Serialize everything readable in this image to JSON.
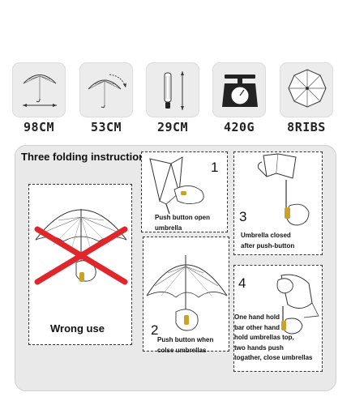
{
  "specs": [
    {
      "label": "98CM",
      "icon": "open-umbrella-width-icon"
    },
    {
      "label": "53CM",
      "icon": "umbrella-radius-icon"
    },
    {
      "label": "29CM",
      "icon": "folded-umbrella-length-icon"
    },
    {
      "label": "420G",
      "icon": "scale-weight-icon"
    },
    {
      "label": "8RIBS",
      "icon": "umbrella-ribs-icon"
    }
  ],
  "instructions": {
    "title": "Three folding instruction",
    "wrong_label": "Wrong use",
    "steps": [
      {
        "number": "1",
        "lines": [
          "Push button open",
          "umbrella"
        ]
      },
      {
        "number": "2",
        "lines": [
          "Push button when",
          "colse umbrellas"
        ]
      },
      {
        "number": "3",
        "lines": [
          "Umbrella closed",
          "after push-button"
        ]
      },
      {
        "number": "4",
        "lines": [
          "One hand hold",
          "bar other hand",
          "hold umbrellas top,",
          "two hands push",
          "togather, close umbrellas"
        ]
      }
    ]
  },
  "colors": {
    "wrong_cross": "#e0262b",
    "frame_bg": "#e9e9e9",
    "handle": "#c9a227"
  }
}
